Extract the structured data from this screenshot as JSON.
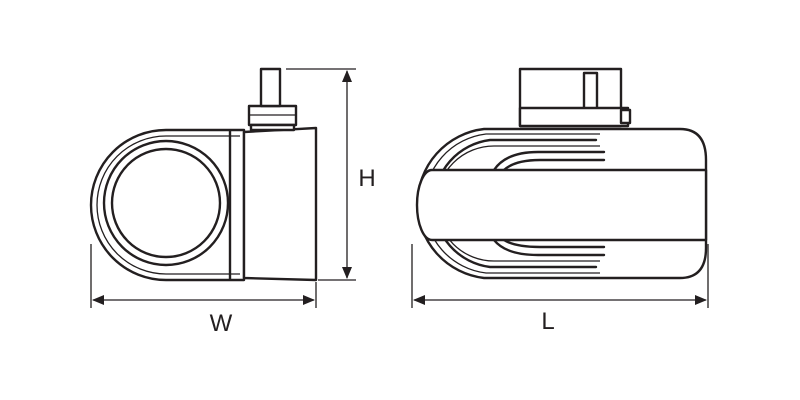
{
  "dimensions": {
    "width_label": "W",
    "height_label": "H",
    "length_label": "L"
  },
  "colors": {
    "line": "#231f20",
    "background": "#ffffff"
  }
}
